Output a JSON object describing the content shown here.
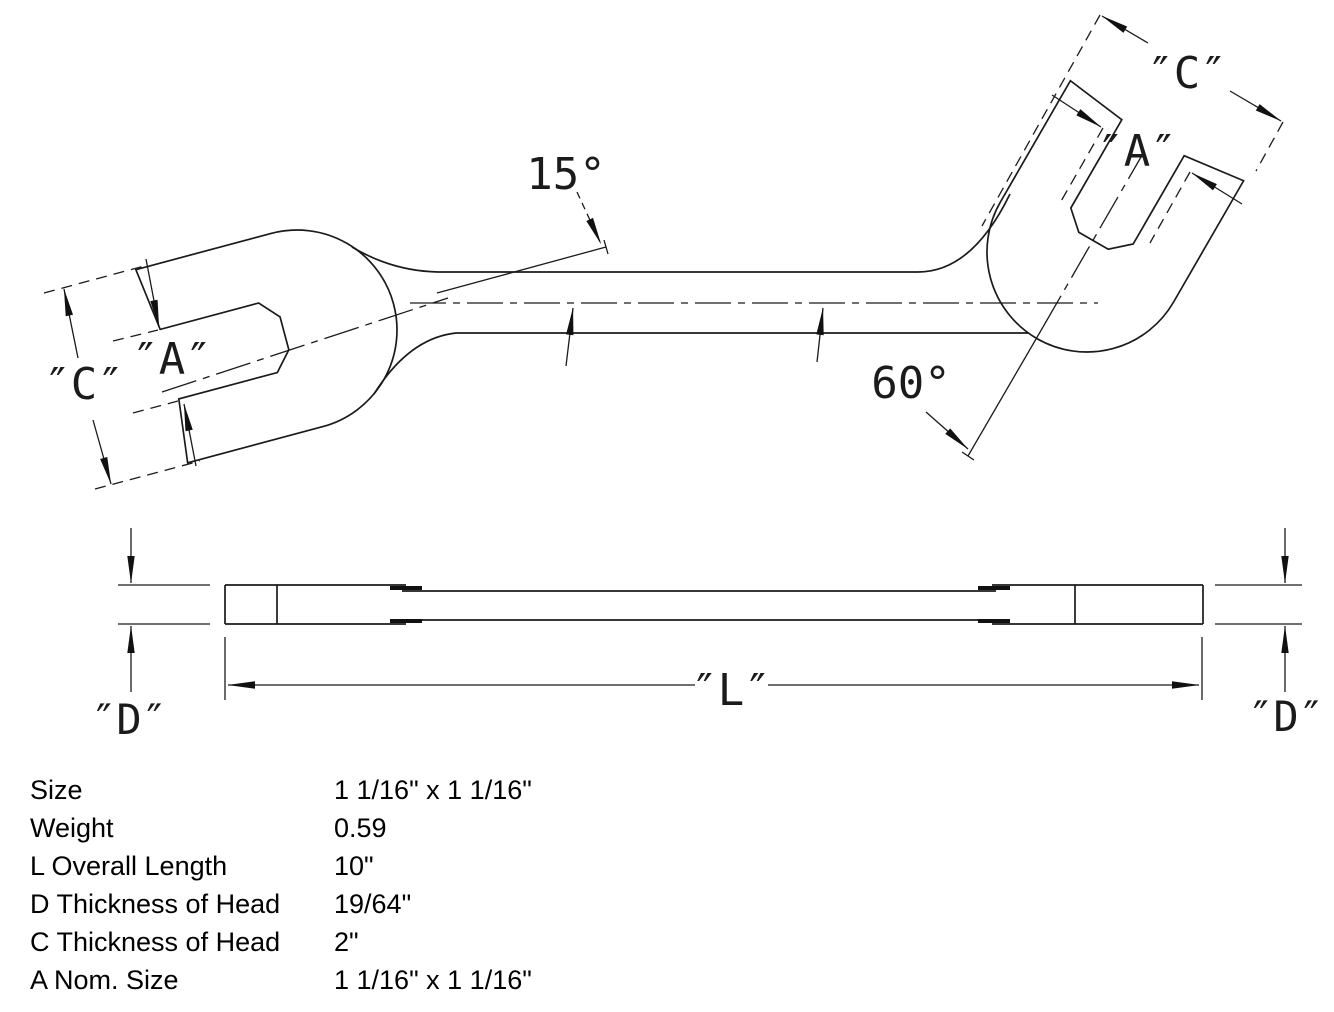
{
  "drawing": {
    "top_view": {
      "label_c_left": "″C″",
      "label_a_left": "″A″",
      "angle_head_left": "15°",
      "angle_head_right": "60°",
      "label_a_right": "″A″",
      "label_c_right": "″C″"
    },
    "side_view": {
      "label_d_left": "″D″",
      "label_length": "″L″",
      "label_d_right": "″D″"
    }
  },
  "specs": {
    "rows": [
      {
        "label": "Size",
        "value": "1 1/16\" x 1 1/16\""
      },
      {
        "label": "Weight",
        "value": "0.59"
      },
      {
        "label": "L Overall Length",
        "value": "10\""
      },
      {
        "label": "D Thickness of Head",
        "value": "19/64\""
      },
      {
        "label": "C Thickness of Head",
        "value": "2\""
      },
      {
        "label": "A Nom. Size",
        "value": "1 1/16\" x 1 1/16\""
      }
    ]
  },
  "colors": {
    "line": "#1b1b1b",
    "text": "#000000",
    "background": "#ffffff"
  }
}
